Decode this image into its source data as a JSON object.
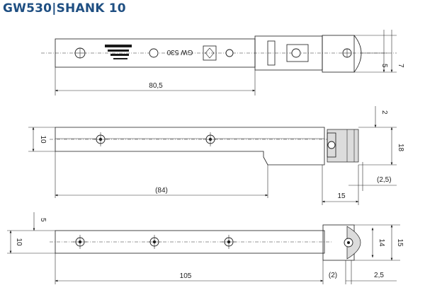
{
  "title": "GW530|SHANK 10",
  "brand_color": "#1f4f82",
  "top_view": {
    "engraving": "GW 530",
    "dims": {
      "length": "80,5",
      "d5": "5",
      "d7": "7"
    }
  },
  "side_view": {
    "dims": {
      "height": "10",
      "d2": "2",
      "d18": "18",
      "length": "(84)",
      "d2_5": "(2,5)",
      "d15": "15"
    }
  },
  "bottom_view": {
    "dims": {
      "d5": "5",
      "d10": "10",
      "d14": "14",
      "d15": "15",
      "length": "105",
      "d2": "(2)",
      "d2_5": "2,5"
    }
  }
}
